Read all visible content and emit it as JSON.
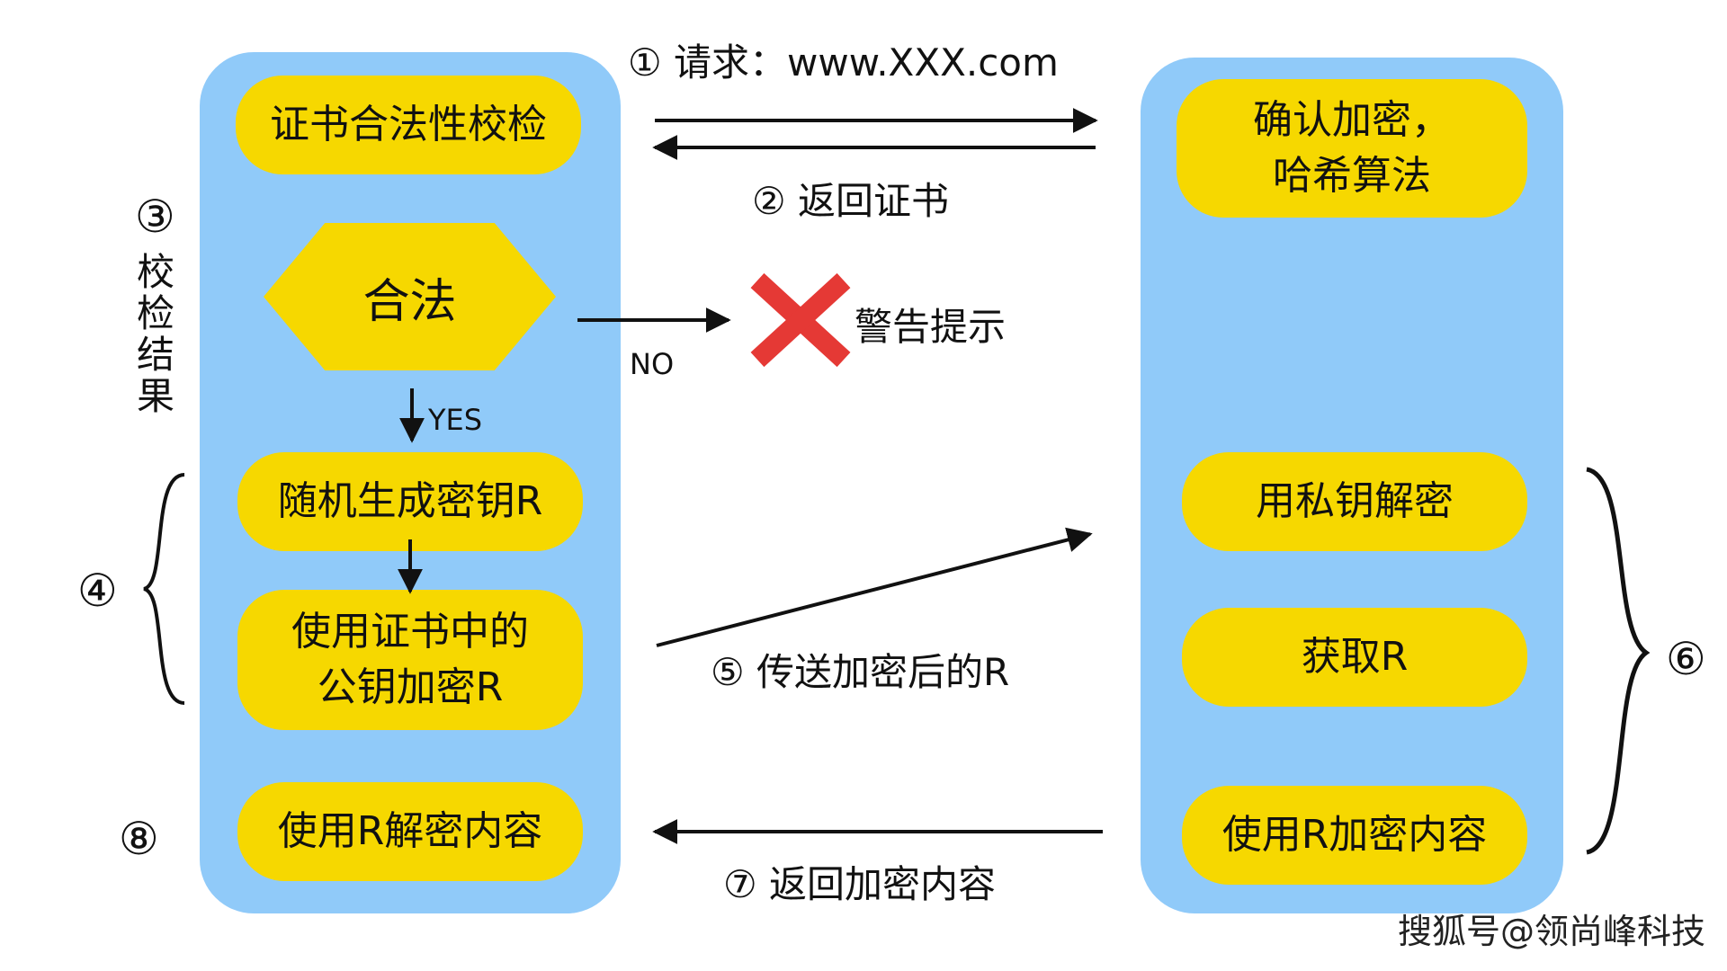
{
  "client": {
    "verify_cert": "证书合法性校检",
    "decision": "合法",
    "gen_key": "随机生成密钥R",
    "encrypt_key": "使用证书中的\n公钥加密R",
    "decrypt_content": "使用R解密内容"
  },
  "server": {
    "confirm": "确认加密，\n哈希算法",
    "private_decrypt": "用私钥解密",
    "get_r": "获取R",
    "encrypt_content": "使用R加密内容"
  },
  "steps": {
    "s1": "① 请求：www.XXX.com",
    "s2": "② 返回证书",
    "s3_num": "③",
    "s3_text": "校检结果",
    "s4": "④",
    "s5": "⑤ 传送加密后的R",
    "s6": "⑥",
    "s7": "⑦ 返回加密内容",
    "s8": "⑧"
  },
  "decision_labels": {
    "no": "NO",
    "yes": "YES",
    "warning": "警告提示"
  },
  "icons": {
    "warning_cross": "cross-icon"
  },
  "watermark": "搜狐号@领尚峰科技",
  "colors": {
    "panel": "#90caf9",
    "node": "#f6d800",
    "cross": "#e53935"
  }
}
